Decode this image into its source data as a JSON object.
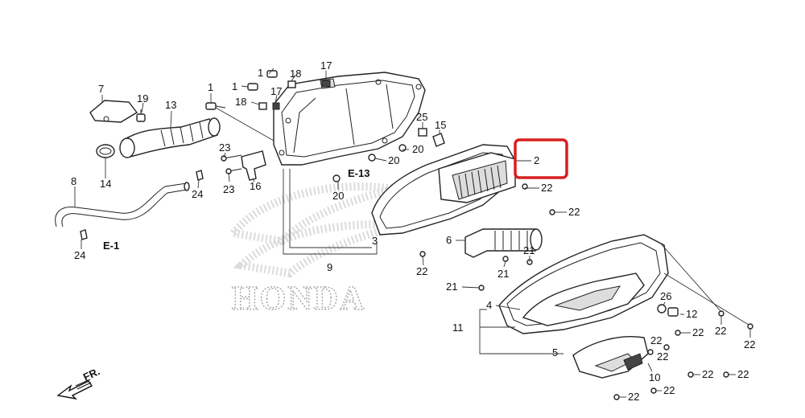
{
  "diagram": {
    "watermark": "HONDA",
    "highlight_color": "#d81f1f",
    "line_color": "#222222",
    "refs": {
      "e1": "E-1",
      "e13": "E-13",
      "front": "FR."
    },
    "labels": {
      "p1a": "1",
      "p1b": "1",
      "p1c": "1",
      "p2": "2",
      "p3": "3",
      "p4": "4",
      "p5": "5",
      "p6": "6",
      "p7": "7",
      "p8": "8",
      "p9": "9",
      "p10": "10",
      "p11": "11",
      "p12": "12",
      "p13": "13",
      "p14": "14",
      "p15": "15",
      "p16": "16",
      "p17a": "17",
      "p17b": "17",
      "p18a": "18",
      "p18b": "18",
      "p19": "19",
      "p20a": "20",
      "p20b": "20",
      "p20c": "20",
      "p21a": "21",
      "p21b": "21",
      "p21c": "21",
      "p22a": "22",
      "p22b": "22",
      "p22c": "22",
      "p22d": "22",
      "p22e": "22",
      "p22f": "22",
      "p22g": "22",
      "p22h": "22",
      "p22i": "22",
      "p22j": "22",
      "p22k": "22",
      "p22l": "22",
      "p23a": "23",
      "p23b": "23",
      "p24a": "24",
      "p24b": "24",
      "p25": "25",
      "p26": "26"
    }
  }
}
